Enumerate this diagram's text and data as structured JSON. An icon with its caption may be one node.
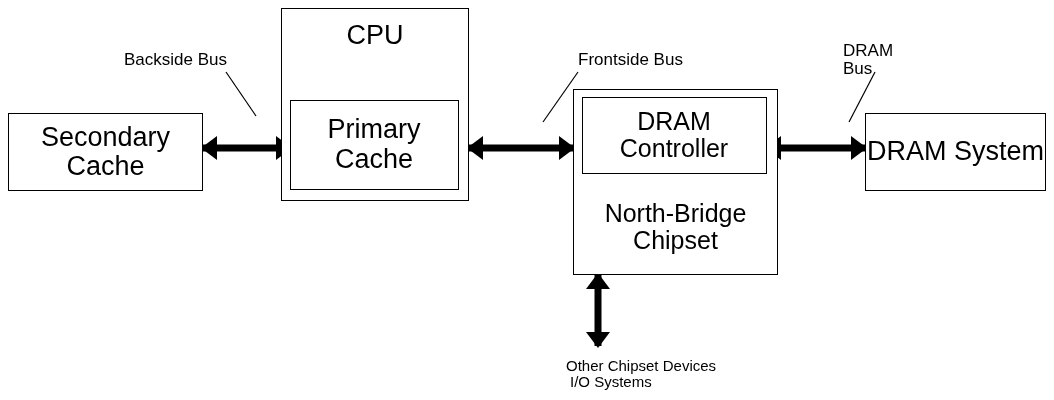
{
  "diagram": {
    "nodes": [
      {
        "text": [
          "Secondary Cache"
        ]
      },
      {
        "text": [
          "CPU"
        ]
      },
      {
        "text": [
          "Primary Cache"
        ],
        "in": 1
      },
      {
        "text": [
          "North-Bridge Chipset"
        ]
      },
      {
        "text": [
          "DRAM Controller"
        ],
        "in": 3
      },
      {
        "text": [
          "DRAM System"
        ]
      },
      {
        "text": [
          "Other Chipset Devices",
          "I/O Systems"
        ]
      },
      {
        "text": [
          "Backside Bus"
        ]
      },
      {
        "text": [
          "Frontside Bus"
        ]
      },
      {
        "text": [
          "DRAM Bus"
        ]
      }
    ],
    "edges": [
      {
        "from": 0,
        "to": 2,
        "arrow": "both"
      },
      {
        "from": 1,
        "to": 3,
        "arrow": "both"
      },
      {
        "from": 4,
        "to": 5,
        "arrow": "both"
      },
      {
        "from": 3,
        "to": 6,
        "arrow": "both"
      },
      {
        "from": 7,
        "to": null,
        "arrow": "none"
      },
      {
        "from": 8,
        "to": null,
        "arrow": "none"
      },
      {
        "from": 9,
        "to": null,
        "arrow": "none"
      }
    ]
  }
}
